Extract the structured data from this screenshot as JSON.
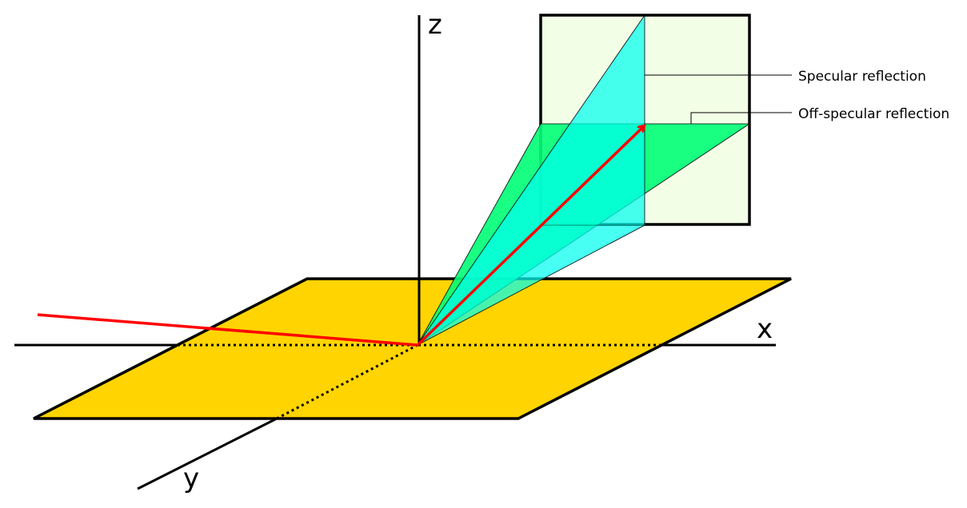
{
  "axes": {
    "x_label": "x",
    "y_label": "y",
    "z_label": "z"
  },
  "labels": {
    "specular": "Specular reflection",
    "off_specular": "Off-specular reflection"
  },
  "colors": {
    "surface": "#FFD400",
    "detector_screen": "#F2FFE6",
    "specular_plane": "#00FFEE",
    "off_specular_plane": "#00FF77",
    "incident_beam": "#FF0000",
    "reflected_beam": "#FF0000",
    "lines": "#000000"
  }
}
